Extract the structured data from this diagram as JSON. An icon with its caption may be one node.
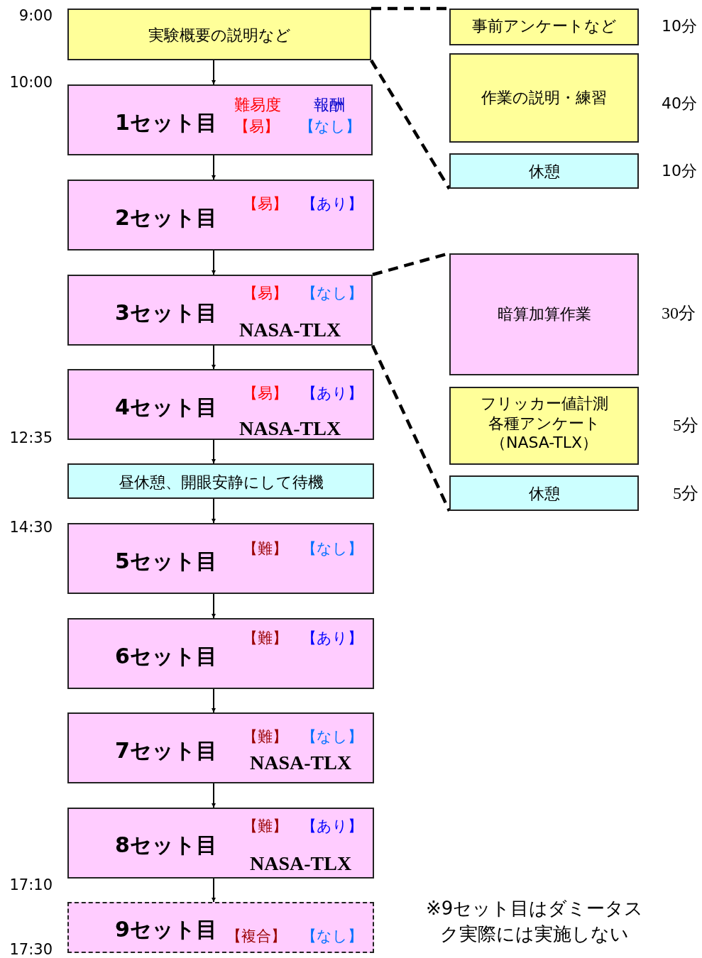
{
  "diagram": {
    "nodes": [
      {
        "text": [
          "実験概要の説明など"
        ]
      },
      {
        "text": [
          "1セット目",
          "難易度",
          "報酬",
          "【易】",
          "【なし】"
        ]
      },
      {
        "text": [
          "2セット目",
          "【易】",
          "【あり】"
        ]
      },
      {
        "text": [
          "3セット目",
          "【易】",
          "【なし】",
          "NASA-TLX"
        ]
      },
      {
        "text": [
          "4セット目",
          "【易】",
          "【あり】",
          "NASA-TLX"
        ]
      },
      {
        "text": [
          "昼休憩、開眼安静にして待機"
        ]
      },
      {
        "text": [
          "5セット目",
          "【難】",
          "【なし】"
        ]
      },
      {
        "text": [
          "6セット目",
          "【難】",
          "【あり】"
        ]
      },
      {
        "text": [
          "7セット目",
          "【難】",
          "【なし】",
          "NASA-TLX"
        ]
      },
      {
        "text": [
          "8セット目",
          "【難】",
          "【あり】",
          "NASA-TLX"
        ]
      },
      {
        "text": [
          "9セット目",
          "【複合】",
          "【なし】"
        ]
      },
      {
        "text": [
          "事前アンケートなど"
        ],
        "beside": [
          "10分"
        ]
      },
      {
        "text": [
          "作業の説明・練習"
        ],
        "beside": [
          "40分"
        ]
      },
      {
        "text": [
          "休憩"
        ],
        "beside": [
          "10分"
        ]
      },
      {
        "text": [
          "暗算加算作業"
        ],
        "beside": [
          "30分"
        ]
      },
      {
        "text": [
          "フリッカー値計測各種アンケート（NASA-TLX）"
        ],
        "beside": [
          "5分"
        ]
      },
      {
        "text": [
          "休憩"
        ],
        "beside": [
          "5分"
        ]
      }
    ],
    "edges": [
      {
        "from": 0,
        "to": 1,
        "arrow": "to"
      },
      {
        "from": 1,
        "to": 2,
        "arrow": "to"
      },
      {
        "from": 2,
        "to": 3,
        "arrow": "to"
      },
      {
        "from": 3,
        "to": 4,
        "arrow": "to"
      },
      {
        "from": 4,
        "to": 5,
        "arrow": "to"
      },
      {
        "from": 5,
        "to": 6,
        "arrow": "to"
      },
      {
        "from": 6,
        "to": 7,
        "arrow": "to"
      },
      {
        "from": 7,
        "to": 8,
        "arrow": "to"
      },
      {
        "from": 8,
        "to": 9,
        "arrow": "to"
      },
      {
        "from": 9,
        "to": 10,
        "arrow": "to"
      },
      {
        "from": 0,
        "to": 11,
        "arrow": "none",
        "style": "dashed"
      },
      {
        "from": 0,
        "to": 13,
        "arrow": "none",
        "style": "dashed"
      },
      {
        "from": 3,
        "to": 14,
        "arrow": "none",
        "style": "dashed"
      },
      {
        "from": 3,
        "to": 16,
        "arrow": "none",
        "style": "dashed"
      }
    ],
    "labels": [
      "9:00",
      "10:00",
      "12:35",
      "14:30",
      "17:10",
      "17:30",
      "※9セット目はダミータスク実際には実施しない"
    ]
  }
}
